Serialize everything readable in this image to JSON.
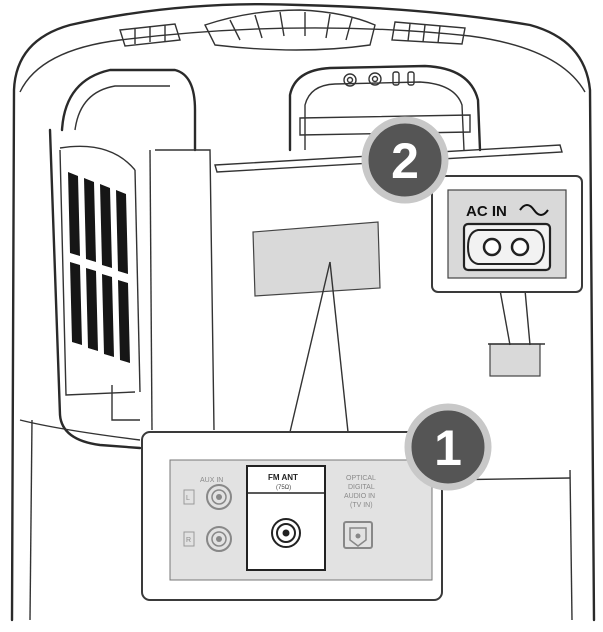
{
  "diagram": {
    "callouts": [
      {
        "number": "1"
      },
      {
        "number": "2"
      }
    ],
    "ac_panel": {
      "label": "AC IN",
      "symbol": "~"
    },
    "jack_panel": {
      "aux_label": "AUX IN",
      "aux_left_mark": "L",
      "aux_right_mark": "R",
      "fm_label": "FM ANT",
      "fm_sub": "(75Ω)",
      "optical_line1": "OPTICAL",
      "optical_line2": "DIGITAL",
      "optical_line3": "AUDIO IN",
      "optical_line4": "(TV IN)"
    },
    "colors": {
      "badge_fill": "#555555",
      "badge_ring": "#c8c8c8",
      "panel_gray": "#d9d9d9",
      "outline": "#2a2a2a"
    }
  }
}
